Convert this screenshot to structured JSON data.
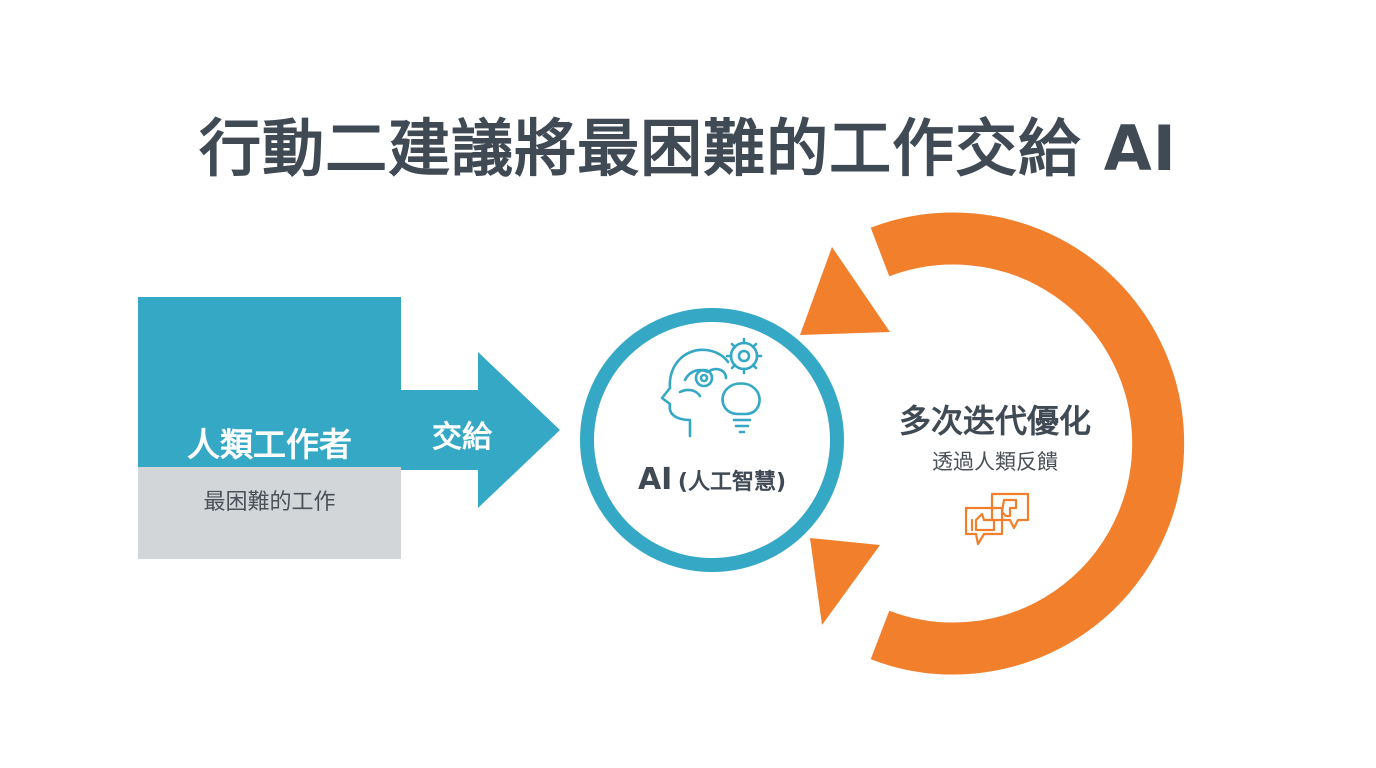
{
  "title": "行動二建議將最困難的工作交給 AI",
  "human": {
    "label": "人類工作者",
    "task": "最困難的工作",
    "icon": "person-at-desk-icon"
  },
  "handoff": {
    "label": "交給"
  },
  "ai": {
    "main": "AI",
    "sub": "(人工智慧)",
    "icon": "brain-gears-lightbulb-icon"
  },
  "iteration": {
    "title": "多次迭代優化",
    "subtitle": "透過人類反饋",
    "icon": "feedback-thumbs-icon"
  },
  "colors": {
    "teal": "#35a8c5",
    "orange": "#f27f2c",
    "gray_box": "#d3d6d9",
    "text_dark": "#3f4a55"
  }
}
